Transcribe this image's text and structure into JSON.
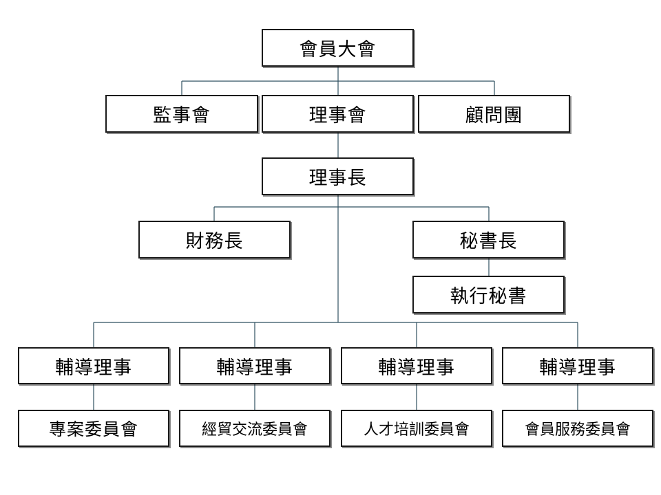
{
  "colors": {
    "connector": "#2f4f5f",
    "border": "#1a1a1a"
  },
  "nodes": {
    "general_assembly": "會員大會",
    "supervisory_board": "監事會",
    "board_of_directors": "理事會",
    "advisory_group": "顧問團",
    "chairman": "理事長",
    "treasurer": "財務長",
    "secretary_general": "秘書長",
    "executive_secretary": "執行秘書",
    "guidance_directors": [
      "輔導理事",
      "輔導理事",
      "輔導理事",
      "輔導理事"
    ],
    "committees": [
      "專案委員會",
      "經貿交流委員會",
      "人才培訓委員會",
      "會員服務委員會"
    ]
  }
}
